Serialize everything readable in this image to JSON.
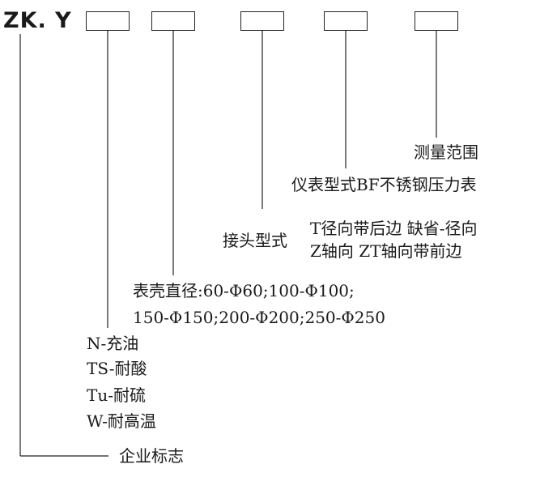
{
  "prefix": "ZK. Y",
  "fields": [
    {
      "label": ""
    },
    {
      "label": ""
    },
    {
      "label": ""
    },
    {
      "label": ""
    },
    {
      "label": ""
    }
  ],
  "labels": {
    "range": "测量范围",
    "material": "仪表型式BF不锈钢压力表",
    "connector_title": "接头型式",
    "connector_line1": "T径向带后边 缺省-径向",
    "connector_line2": "Z轴向 ZT轴向带前边",
    "case_line1": "表壳直径:60-Φ60;100-Φ100;",
    "case_line2": "150-Φ150;200-Φ200;250-Φ250",
    "fill_1": "N-充油",
    "fill_2": "TS-耐酸",
    "fill_3": "Tu-耐硫",
    "fill_4": "W-耐高温",
    "company": "企业标志"
  }
}
